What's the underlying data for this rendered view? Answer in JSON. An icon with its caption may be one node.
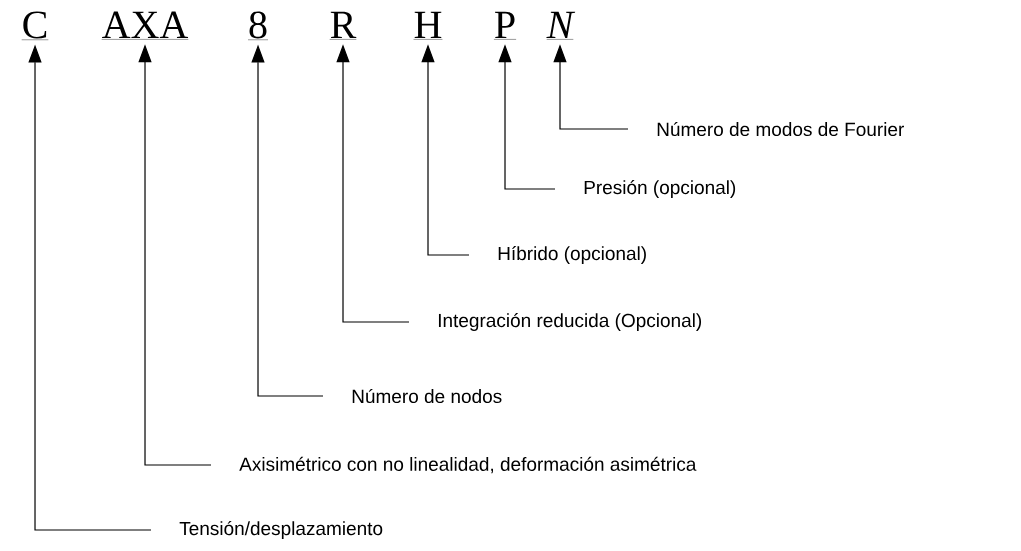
{
  "diagram": {
    "nodes": [
      {
        "text": [
          "C"
        ]
      },
      {
        "text": [
          "AXA"
        ]
      },
      {
        "text": [
          "8"
        ]
      },
      {
        "text": [
          "R"
        ]
      },
      {
        "text": [
          "H"
        ]
      },
      {
        "text": [
          "P"
        ]
      },
      {
        "text": [
          "N"
        ]
      },
      {
        "text": [
          "Número de modos de Fourier"
        ]
      },
      {
        "text": [
          "Presión (opcional)"
        ]
      },
      {
        "text": [
          "Híbrido (opcional)"
        ]
      },
      {
        "text": [
          "Integración reducida (Opcional)"
        ]
      },
      {
        "text": [
          "Número de nodos"
        ]
      },
      {
        "text": [
          "Axisimétrico con no linealidad, deformación asimétrica"
        ]
      },
      {
        "text": [
          "Tensión/desplazamiento"
        ]
      }
    ],
    "edges": [
      {
        "from": 7,
        "to": 6,
        "arrow": "to"
      },
      {
        "from": 8,
        "to": 5,
        "arrow": "to"
      },
      {
        "from": 9,
        "to": 4,
        "arrow": "to"
      },
      {
        "from": 10,
        "to": 3,
        "arrow": "to"
      },
      {
        "from": 11,
        "to": 2,
        "arrow": "to"
      },
      {
        "from": 12,
        "to": 1,
        "arrow": "to"
      },
      {
        "from": 13,
        "to": 0,
        "arrow": "to"
      }
    ]
  }
}
